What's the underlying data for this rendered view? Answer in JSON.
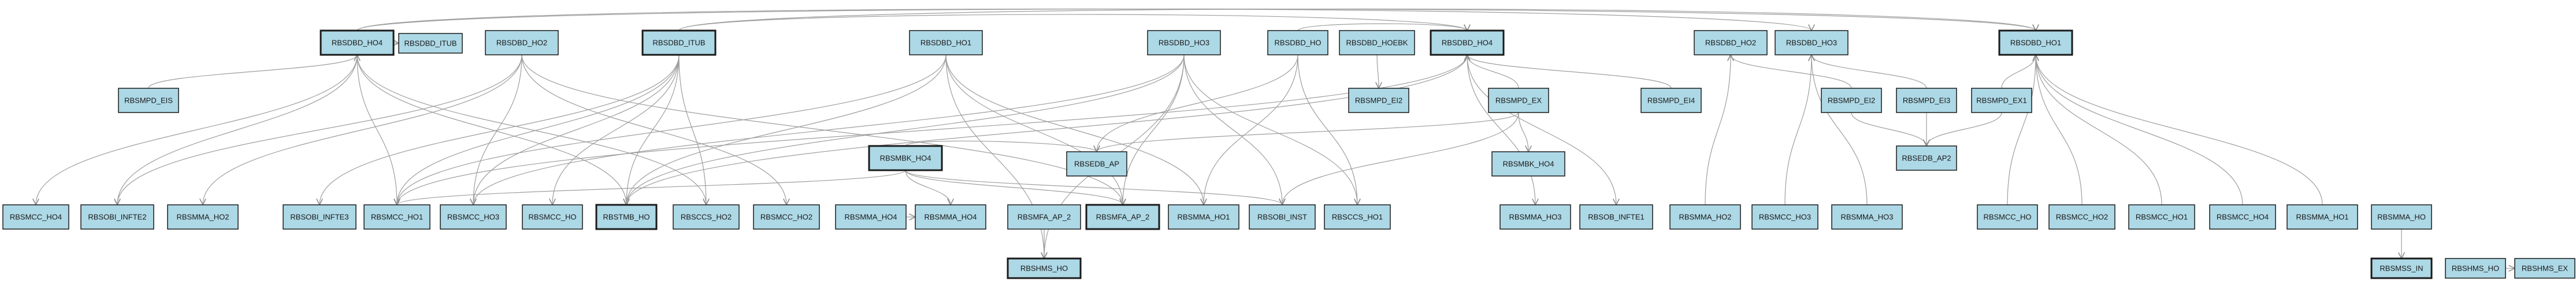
{
  "diagram": {
    "nodes": [
      {
        "id": "RBSDBD_HO4",
        "label": "RBSDBD_HO4"
      },
      {
        "id": "RBSDBD_ITUB",
        "label": "RBSDBD_ITUB"
      },
      {
        "id": "RBSDBD_HO2",
        "label": "RBSDBD_HO2"
      },
      {
        "id": "RBSDBD_ITUB_2",
        "label": "RBSDBD_ITUB"
      },
      {
        "id": "RBSDBD_HO1_top",
        "label": "RBSDBD_HO1"
      },
      {
        "id": "RBSDBD_HO3",
        "label": "RBSDBD_HO3"
      },
      {
        "id": "RBSDBD_HO",
        "label": "RBSDBD_HO"
      },
      {
        "id": "RBSDBD_HOEBK",
        "label": "RBSDBD_HOEBK"
      },
      {
        "id": "RBSDBD_HO4_b",
        "label": "RBSDBD_HO4"
      },
      {
        "id": "RBSDBD_HO2_b",
        "label": "RBSDBD_HO2"
      },
      {
        "id": "RBSDBD_HO3_b",
        "label": "RBSDBD_HO3"
      },
      {
        "id": "RBSDBD_HO1_b",
        "label": "RBSDBD_HO1"
      },
      {
        "id": "RBSMPD_EIS",
        "label": "RBSMPD_EIS"
      },
      {
        "id": "RBSMPD_EI2_a",
        "label": "RBSMPD_EI2"
      },
      {
        "id": "RBSMPD_EX",
        "label": "RBSMPD_EX"
      },
      {
        "id": "RBSMPD_EI4",
        "label": "RBSMPD_EI4"
      },
      {
        "id": "RBSMPD_EI2_b",
        "label": "RBSMPD_EI2"
      },
      {
        "id": "RBSMPD_EI3",
        "label": "RBSMPD_EI3"
      },
      {
        "id": "RBSMPD_EX1",
        "label": "RBSMPD_EX1"
      },
      {
        "id": "RBSMBK_HO4",
        "label": "RBSMBK_HO4"
      },
      {
        "id": "RBSEDB_AP",
        "label": "RBSEDB_AP"
      },
      {
        "id": "RBSMBK_HO4_b",
        "label": "RBSMBK_HO4"
      },
      {
        "id": "RBSEDB_AP2",
        "label": "RBSEDB_AP2"
      },
      {
        "id": "RBSMCC_HO4",
        "label": "RBSMCC_HO4"
      },
      {
        "id": "RBSOBI_INFTE2",
        "label": "RBSOBI_INFTE2"
      },
      {
        "id": "RBSMMA_HO2",
        "label": "RBSMMA_HO2"
      },
      {
        "id": "RBSOBI_INFTE3",
        "label": "RBSOBI_INFTE3"
      },
      {
        "id": "RBSMCC_HO1",
        "label": "RBSMCC_HO1"
      },
      {
        "id": "RBSMCC_HO3",
        "label": "RBSMCC_HO3"
      },
      {
        "id": "RBSMCC_HO",
        "label": "RBSMCC_HO"
      },
      {
        "id": "RBSTMB_HO",
        "label": "RBSTMB_HO"
      },
      {
        "id": "RBSCCS_HO2",
        "label": "RBSCCS_HO2"
      },
      {
        "id": "RBSMCC_HO2",
        "label": "RBSMCC_HO2"
      },
      {
        "id": "RBSMMA_HO4",
        "label": "RBSMMA_HO4"
      },
      {
        "id": "RBSMMA_HO4_b",
        "label": "RBSMMA_HO4"
      },
      {
        "id": "RBSMFA_AP_2",
        "label": "RBSMFA_AP_2"
      },
      {
        "id": "RBSMFA_AP_2_b",
        "label": "RBSMFA_AP_2"
      },
      {
        "id": "RBSMMA_HO1",
        "label": "RBSMMA_HO1"
      },
      {
        "id": "RBSOBI_INST",
        "label": "RBSOBI_INST"
      },
      {
        "id": "RBSCCS_HO1",
        "label": "RBSCCS_HO1"
      },
      {
        "id": "RBSMMA_HO3",
        "label": "RBSMMA_HO3"
      },
      {
        "id": "RBSOB_INFTE1",
        "label": "RBSOB_INFTE1"
      },
      {
        "id": "RBSMMA_HO2_b",
        "label": "RBSMMA_HO2"
      },
      {
        "id": "RBSMCC_HO3_b",
        "label": "RBSMCC_HO3"
      },
      {
        "id": "RBSMMA_HO3_b",
        "label": "RBSMMA_HO3"
      },
      {
        "id": "RBSMCC_HO_b",
        "label": "RBSMCC_HO"
      },
      {
        "id": "RBSMCC_HO2_b",
        "label": "RBSMCC_HO2"
      },
      {
        "id": "RBSMCC_HO1_b",
        "label": "RBSMCC_HO1"
      },
      {
        "id": "RBSMCC_HO4_b",
        "label": "RBSMCC_HO4"
      },
      {
        "id": "RBSMMA_HO1_b",
        "label": "RBSMMA_HO1"
      },
      {
        "id": "RBSMMA_HO",
        "label": "RBSMMA_HO"
      },
      {
        "id": "RBSHMS_HO",
        "label": "RBSHMS_HO"
      },
      {
        "id": "RBSMSS_IN",
        "label": "RBSMSS_IN"
      },
      {
        "id": "RBSHMS_HO_b",
        "label": "RBSHMS_HO"
      },
      {
        "id": "RBSHMS_EX",
        "label": "RBSHMS_EX"
      }
    ],
    "edges": [
      [
        "RBSDBD_HO4",
        "RBSDBD_ITUB"
      ],
      [
        "RBSDBD_HO4",
        "RBSMCC_HO4"
      ],
      [
        "RBSDBD_HO4",
        "RBSOBI_INFTE2"
      ],
      [
        "RBSDBD_HO4",
        "RBSMCC_HO1"
      ],
      [
        "RBSDBD_HO4",
        "RBSTMB_HO"
      ],
      [
        "RBSDBD_HO4",
        "RBSCCS_HO2"
      ],
      [
        "RBSDBD_HO4",
        "RBSDBD_HO3_b"
      ],
      [
        "RBSDBD_HO4",
        "RBSDBD_HO1_b"
      ],
      [
        "RBSDBD_HO2",
        "RBSMMA_HO2"
      ],
      [
        "RBSDBD_HO2",
        "RBSOBI_INFTE2"
      ],
      [
        "RBSDBD_HO2",
        "RBSMCC_HO2"
      ],
      [
        "RBSDBD_HO2",
        "RBSMFA_AP_2_b"
      ],
      [
        "RBSDBD_HO2",
        "RBSMCC_HO3"
      ],
      [
        "RBSDBD_ITUB_2",
        "RBSOBI_INFTE3"
      ],
      [
        "RBSDBD_ITUB_2",
        "RBSMCC_HO1"
      ],
      [
        "RBSDBD_ITUB_2",
        "RBSMCC_HO3"
      ],
      [
        "RBSDBD_ITUB_2",
        "RBSMCC_HO"
      ],
      [
        "RBSDBD_ITUB_2",
        "RBSTMB_HO"
      ],
      [
        "RBSDBD_ITUB_2",
        "RBSCCS_HO2"
      ],
      [
        "RBSDBD_ITUB_2",
        "RBSDBD_HO4_b"
      ],
      [
        "RBSDBD_ITUB_2",
        "RBSDBD_HO1_b"
      ],
      [
        "RBSDBD_HO1_top",
        "RBSMCC_HO1"
      ],
      [
        "RBSDBD_HO1_top",
        "RBSTMB_HO"
      ],
      [
        "RBSDBD_HO1_top",
        "RBSMFA_AP_2_b"
      ],
      [
        "RBSDBD_HO1_top",
        "RBSMMA_HO1"
      ],
      [
        "RBSDBD_HO1_top",
        "RBSHMS_HO"
      ],
      [
        "RBSDBD_HO3",
        "RBSMCC_HO3"
      ],
      [
        "RBSDBD_HO3",
        "RBSTMB_HO"
      ],
      [
        "RBSDBD_HO3",
        "RBSMFA_AP_2_b"
      ],
      [
        "RBSDBD_HO3",
        "RBSOBI_INST"
      ],
      [
        "RBSDBD_HO3",
        "RBSCCS_HO1"
      ],
      [
        "RBSDBD_HO3",
        "RBSHMS_HO"
      ],
      [
        "RBSDBD_HO",
        "RBSEDB_AP"
      ],
      [
        "RBSDBD_HO",
        "RBSMMA_HO1"
      ],
      [
        "RBSDBD_HO",
        "RBSCCS_HO1"
      ],
      [
        "RBSDBD_HO",
        "RBSDBD_HO4_b"
      ],
      [
        "RBSDBD_HOEBK",
        "RBSMPD_EI2_a"
      ],
      [
        "RBSDBD_HO4_b",
        "RBSMMA_HO3"
      ],
      [
        "RBSDBD_HO4_b",
        "RBSOB_INFTE1"
      ],
      [
        "RBSDBD_HO4_b",
        "RBSTMB_HO"
      ],
      [
        "RBSDBD_HO4_b",
        "RBSMCC_HO1"
      ],
      [
        "RBSMPD_EX",
        "RBSMBK_HO4_b"
      ],
      [
        "RBSMPD_EX",
        "RBSEDB_AP"
      ],
      [
        "RBSMPD_EX",
        "RBSDBD_HO4_b"
      ],
      [
        "RBSMPD_EX",
        "RBSOBI_INST"
      ],
      [
        "RBSMPD_EI4",
        "RBSDBD_HO4_b"
      ],
      [
        "RBSMPD_EI2_b",
        "RBSEDB_AP2"
      ],
      [
        "RBSMPD_EI2_b",
        "RBSDBD_HO2_b"
      ],
      [
        "RBSMPD_EI3",
        "RBSEDB_AP2"
      ],
      [
        "RBSMPD_EI3",
        "RBSDBD_HO3_b"
      ],
      [
        "RBSMPD_EX1",
        "RBSEDB_AP2"
      ],
      [
        "RBSMPD_EX1",
        "RBSDBD_HO1_b"
      ],
      [
        "RBSMBK_HO4",
        "RBSEDB_AP"
      ],
      [
        "RBSMBK_HO4",
        "RBSMMA_HO4_b"
      ],
      [
        "RBSMBK_HO4",
        "RBSMFA_AP_2_b"
      ],
      [
        "RBSMBK_HO4",
        "RBSMCC_HO1"
      ],
      [
        "RBSMBK_HO4",
        "RBSOBI_INST"
      ],
      [
        "RBSMMA_HO4",
        "RBSMMA_HO4_b"
      ],
      [
        "RBSMFA_AP_2",
        "RBSHMS_HO"
      ],
      [
        "RBSMPD_EIS",
        "RBSDBD_HO4"
      ],
      [
        "RBSMMA_HO2_b",
        "RBSDBD_HO2_b"
      ],
      [
        "RBSMCC_HO3_b",
        "RBSDBD_HO3_b"
      ],
      [
        "RBSMMA_HO3_b",
        "RBSDBD_HO3_b"
      ],
      [
        "RBSMCC_HO_b",
        "RBSDBD_HO1_b"
      ],
      [
        "RBSMCC_HO2_b",
        "RBSDBD_HO1_b"
      ],
      [
        "RBSMCC_HO1_b",
        "RBSDBD_HO1_b"
      ],
      [
        "RBSMCC_HO4_b",
        "RBSDBD_HO1_b"
      ],
      [
        "RBSMMA_HO1_b",
        "RBSDBD_HO1_b"
      ],
      [
        "RBSMMA_HO",
        "RBSMSS_IN"
      ],
      [
        "RBSHMS_HO_b",
        "RBSHMS_EX"
      ]
    ]
  }
}
